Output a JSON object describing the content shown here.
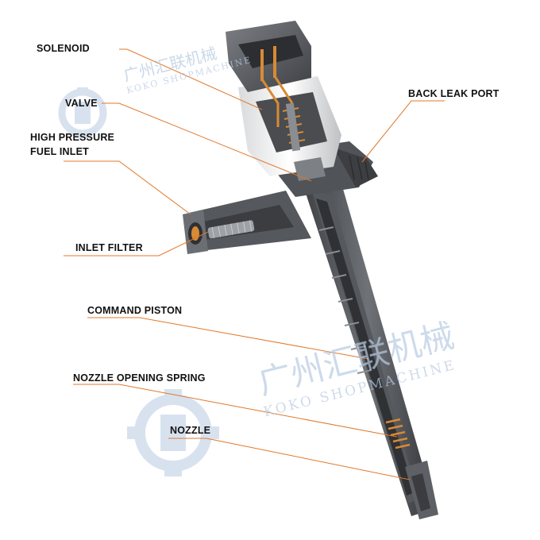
{
  "labels": {
    "solenoid": "SOLENOID",
    "valve": "VALVE",
    "high_pressure_line1": "HIGH PRESSURE",
    "high_pressure_line2": "FUEL INLET",
    "inlet_filter": "INLET FILTER",
    "command_piston": "COMMAND PISTON",
    "nozzle_opening_spring": "NOZZLE OPENING SPRING",
    "nozzle": "NOZZLE",
    "back_leak_port": "BACK LEAK PORT"
  },
  "watermark": {
    "cn": "广州汇联机械",
    "en": "KOKO SHOPMACHINE"
  },
  "colors": {
    "leader": "#e0782c",
    "watermark": "#b9cbe3",
    "body_dark": "#4a4c50",
    "body_mid": "#6b6e73",
    "body_light": "#a9abaf",
    "copper": "#d98a35"
  }
}
